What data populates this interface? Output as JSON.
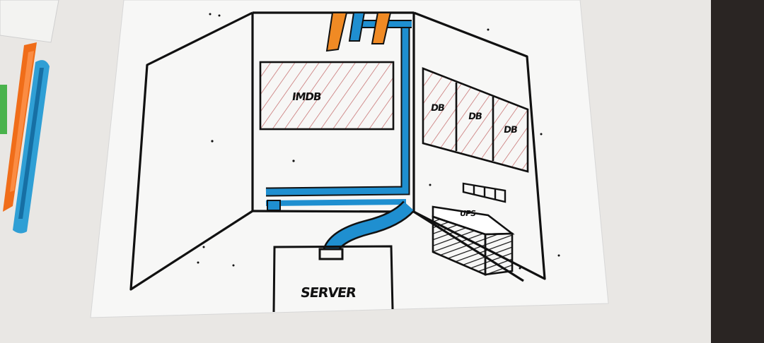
{
  "labels": {
    "idb": "IMDB",
    "db1": "DB",
    "db2": "DB",
    "db3": "DB",
    "ups": "UPS",
    "server": "SERVER"
  },
  "colors": {
    "background": "#e9e7e4",
    "paper": "#f7f7f6",
    "ink": "#111111",
    "cable_blue": "#1f8fd0",
    "cable_orange": "#f08a24",
    "hatch_red": "#b94a4a"
  },
  "objects": {
    "markers": [
      "orange-marker",
      "blue-marker"
    ],
    "sketch_items": [
      "room-walls",
      "wall-screen",
      "database-panels",
      "cable-duct",
      "ups-unit",
      "server-cabinet"
    ]
  }
}
